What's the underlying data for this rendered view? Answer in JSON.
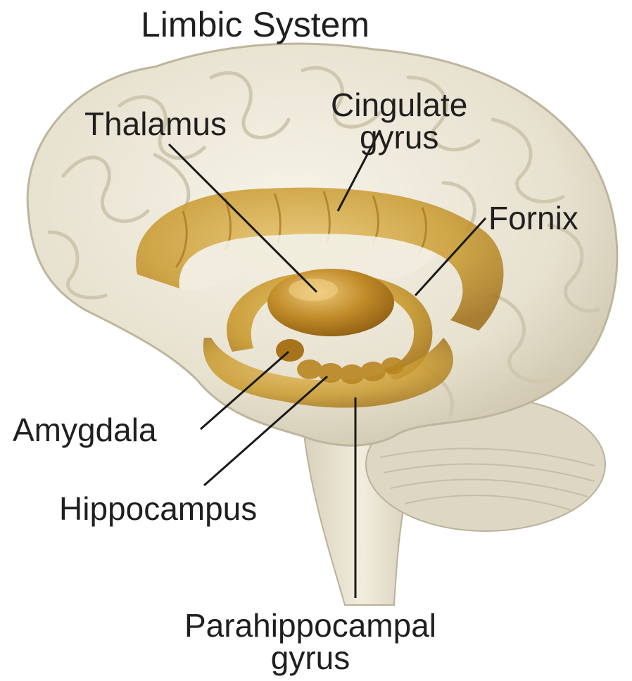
{
  "title": "Limbic System",
  "labels": {
    "thalamus": "Thalamus",
    "cingulate_line1": "Cingulate",
    "cingulate_line2": "gyrus",
    "fornix": "Fornix",
    "amygdala": "Amygdala",
    "hippocampus": "Hippocampus",
    "parahippocampal_line1": "Parahippocampal",
    "parahippocampal_line2": "gyrus"
  },
  "colors": {
    "brain_base": "#ebe6d6",
    "gyri_shade": "#d6cfbb",
    "limbic_gold": "#c99a2e",
    "limbic_dark": "#a7761c",
    "leader_line": "#1a1a1a"
  }
}
